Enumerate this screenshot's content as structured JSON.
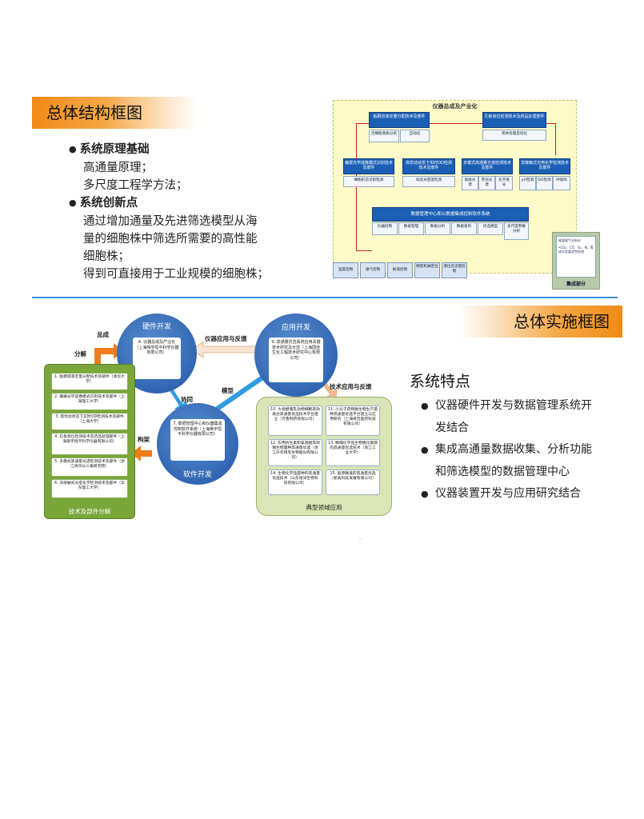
{
  "left_header": "总体结构框图",
  "right_header": "总体实施框图",
  "principles": {
    "head1": "系统原理基础",
    "line1": "高通量原理；",
    "line2": "多尺度工程学方法；",
    "head2": "系统创新点",
    "line3": "通过增加通量及先进筛选模型从海",
    "line4": "量的细胞株中筛选所需要的高性能",
    "line5": "细胞株；",
    "line6": "得到可直接用于工业规模的细胞株；"
  },
  "diagram1": {
    "title": "仪器总成及产业化",
    "box_top_left": "粘稠溶液定量分配技术及部件",
    "sub_a": "活细胞基质分装",
    "sub_b": "自动化",
    "box_top_right": "孔板液位检测技术及药品处理部件",
    "sub_c": "液体处理自动化",
    "mid1": "偏振光学成像模式识别技术及部件",
    "mid1_sub": "细胞形态识别检测",
    "mid2": "高忧动状态下实时OD检测技术及部件",
    "mid2_sub": "动态光密度检测",
    "mid3": "多模式高通量光谱检测技术及部件",
    "mid3_s1": "吸收光谱",
    "mid3_s2": "荧光光谱",
    "mid3_s3": "化学发光",
    "mid4": "非接触式光电化学检测技术及部件",
    "mid4_s1": "pH检测",
    "mid4_s2": "DO检测",
    "mid4_s3": "呼吸商",
    "center": "数据管理中心和以数据集成控制软件系统",
    "c1": "仪器控制",
    "c2": "数据管理",
    "c3": "数据分析",
    "c4": "数据发布",
    "c5": "优选模型",
    "c6": "多尺度参数分析",
    "bottom1": "温度控制",
    "bottom2": "通气控制",
    "bottom3": "振荡控制",
    "bottom4": "精密机械定位",
    "bottom5": "液位及流量控制",
    "side_text": "尾道尾气分析仪",
    "side_text2": "•CO₂、CO、O₂、N，等成分定量定性检测",
    "side_label": "集成部分"
  },
  "diagram2": {
    "hw_title": "硬件开发",
    "hw_box": "8. 仪器总成及产业化（上海舜宇恒平科学仪器有限公司）",
    "app_title": "应用开发",
    "app_box": "9. 高通量优选系统应用关键技术研究及示范（上海国佳生化工程技术研究中心有限公司）",
    "sw_title": "软件开发",
    "sw_box": "7. 数据管理中心和仪器集成控制软件系统（上海舜宇恒平科学仪器有限公司）",
    "l_zongcheng": "总成",
    "l_fenjie": "分解",
    "l_instr": "仪器应用与反馈",
    "l_tech": "技术应用与反馈",
    "l_model": "模型",
    "l_xietong": "协同",
    "l_goujia": "构架",
    "tech_items": [
      "1. 粘稠溶液定量分配技术及部件（清华大学）",
      "2. 偏振光学成像模式识别技术及部件（上海理工大学）",
      "3. 高忧动状态下实时OD检测技术及部件（上海大学）",
      "4. 孔板液位检测技术及药品处理部件（上海舜宇恒平科学仪器有限公司）",
      "5. 多模式高通量光谱检测技术及部件（浙江清华长三角研究院）",
      "6. 非接触式光电化学检测技术及部件（华东理工大学）"
    ],
    "tech_label": "技术及部件分解",
    "app_items": [
      "10. 大规模哺乳动物细胞高效表达高通量优选技术平台建立（齐鲁制药有限公司）",
      "11. 小分子药物微生物生产菌种高通量优选平台建立与应用研究（上海奇迈医药科技有限公司）",
      "12. 农用抗生素和氨基酸高效微生物菌种高通量优选（浙江升华拜克生物股份有限公司）",
      "13. 精细化学品生物催化酶源的高通量优选技术（浙江工业大学）",
      "14. 生物化学品菌种的高通量优选技术（山东福洋生物科技有限公司）",
      "15. 能源微藻的高通量优选（新奥科技发展有限公司）"
    ],
    "app_label": "典型领域应用"
  },
  "features": {
    "title": "系统特点",
    "f1a": "仪器硬件开发与数据管理系统开",
    "f1b": "发结合",
    "f2a": " 集成高通量数据收集、分析功能",
    "f2b": "和筛选模型的数据管理中心",
    "f3": " 仪器装置开发与应用研究结合"
  },
  "tiny_mark": "ᵐ"
}
